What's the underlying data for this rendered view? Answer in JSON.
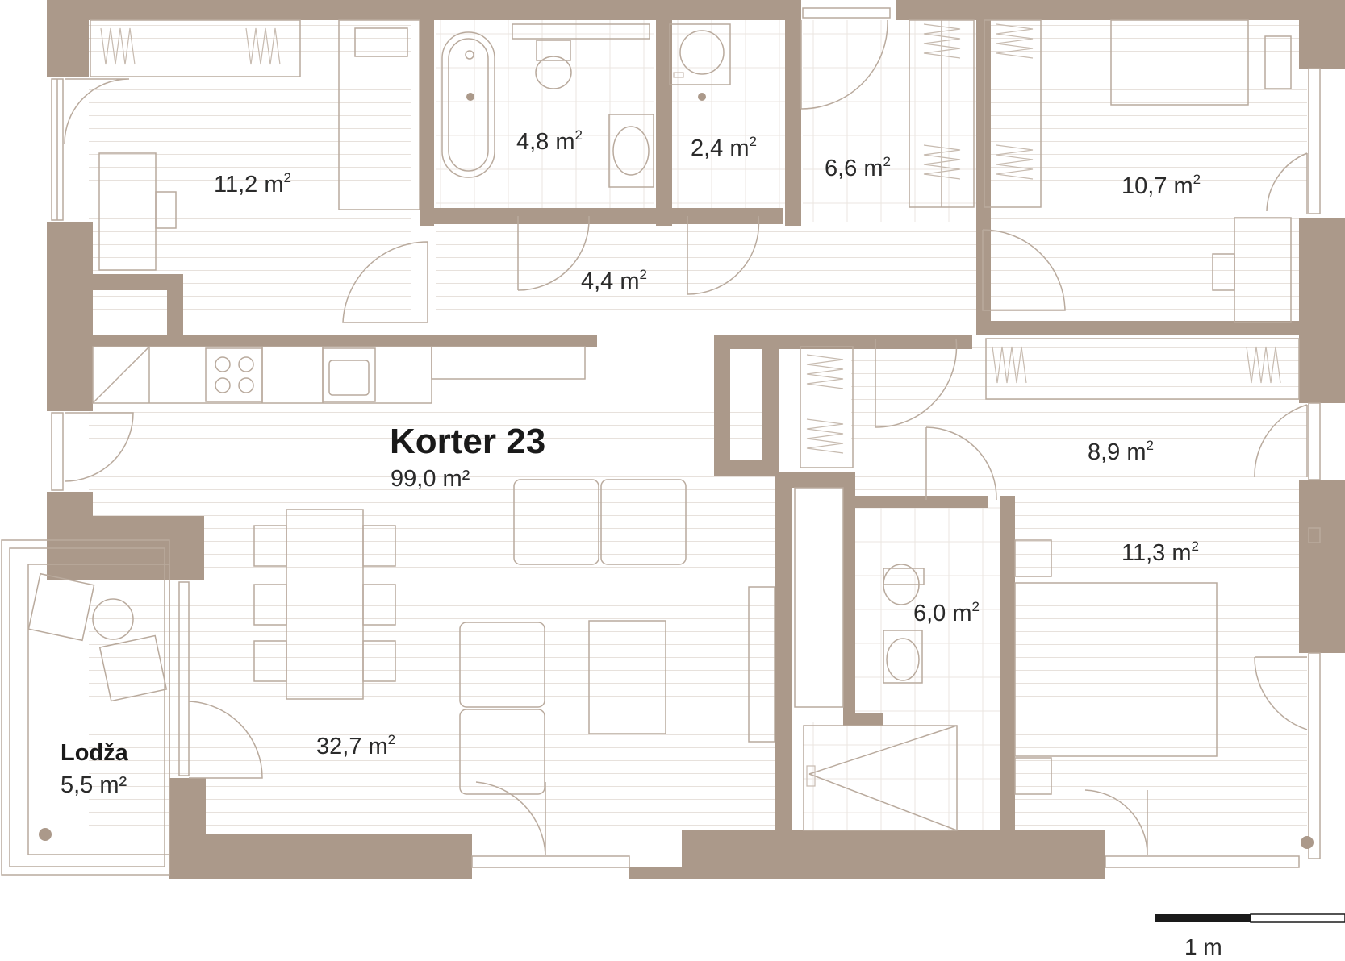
{
  "apartment": {
    "name": "Korter 23",
    "total_area": "99,0 m²"
  },
  "rooms": [
    {
      "id": "room-bedroom-left",
      "area": "11,2 m"
    },
    {
      "id": "room-bathroom",
      "area": "4,8 m"
    },
    {
      "id": "room-wc",
      "area": "2,4 m"
    },
    {
      "id": "room-wardrobe",
      "area": "6,6 m"
    },
    {
      "id": "room-bedroom-right-top",
      "area": "10,7 m"
    },
    {
      "id": "room-hallway",
      "area": "4,4 m"
    },
    {
      "id": "room-corridor-right",
      "area": "8,9 m"
    },
    {
      "id": "room-bedroom-right-bottom",
      "area": "11,3 m"
    },
    {
      "id": "room-bathroom-2",
      "area": "6,0 m"
    },
    {
      "id": "room-living",
      "area": "32,7 m"
    }
  ],
  "unit_superscript": "2",
  "loggia": {
    "label": "Lodža",
    "area": "5,5 m²"
  },
  "scale_bar": {
    "label": "1 m"
  },
  "colors": {
    "wall": "#ab998a",
    "line": "#b9aa9d",
    "text": "#2a2a2a"
  }
}
